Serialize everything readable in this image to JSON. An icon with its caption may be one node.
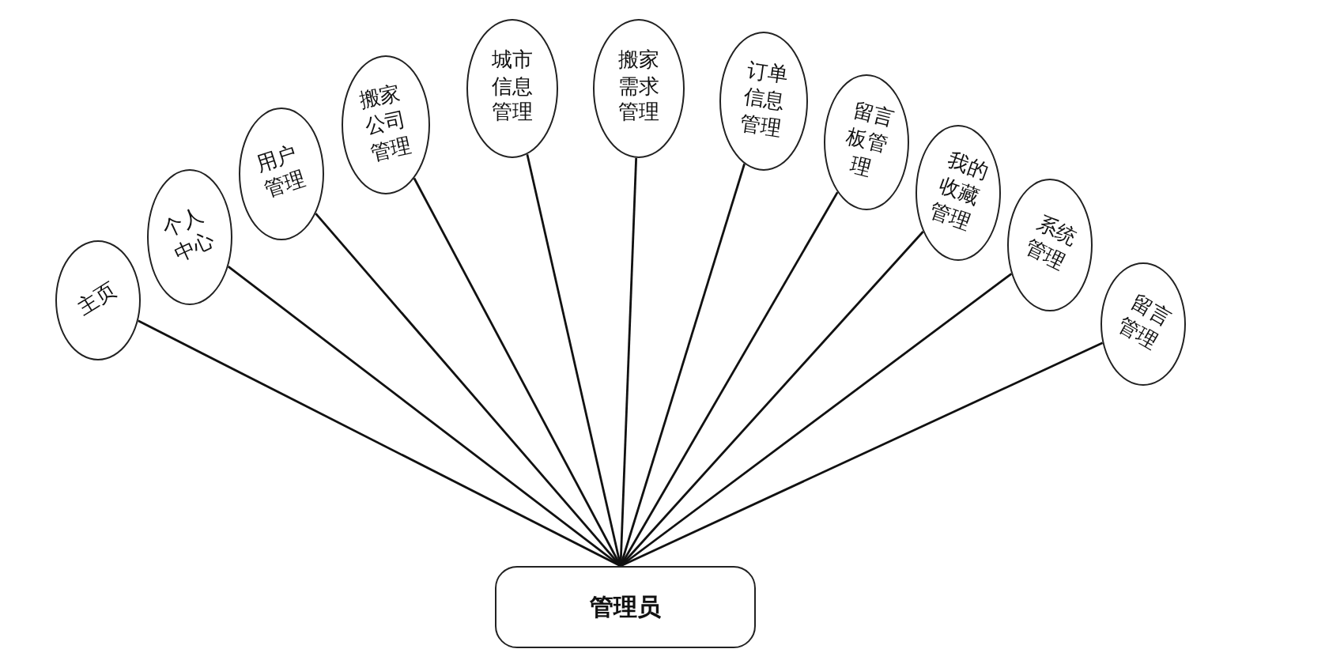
{
  "diagram": {
    "nodes": [
      {
        "text": [
          "主页"
        ]
      },
      {
        "text": [
          "个人中心"
        ]
      },
      {
        "text": [
          "用户管理"
        ]
      },
      {
        "text": [
          "搬家公司管理"
        ]
      },
      {
        "text": [
          "城市信息管理"
        ]
      },
      {
        "text": [
          "搬家需求管理"
        ]
      },
      {
        "text": [
          "订单信息管理"
        ]
      },
      {
        "text": [
          "留言板管理"
        ]
      },
      {
        "text": [
          "我的收藏管理"
        ]
      },
      {
        "text": [
          "系统管理"
        ]
      },
      {
        "text": [
          "留言管理"
        ]
      },
      {
        "text": [
          "管理员"
        ]
      }
    ],
    "edges": [
      {
        "from": 11,
        "to": 0,
        "arrow": "none"
      },
      {
        "from": 11,
        "to": 1,
        "arrow": "none"
      },
      {
        "from": 11,
        "to": 2,
        "arrow": "none"
      },
      {
        "from": 11,
        "to": 3,
        "arrow": "none"
      },
      {
        "from": 11,
        "to": 4,
        "arrow": "none"
      },
      {
        "from": 11,
        "to": 5,
        "arrow": "none"
      },
      {
        "from": 11,
        "to": 6,
        "arrow": "none"
      },
      {
        "from": 11,
        "to": 7,
        "arrow": "none"
      },
      {
        "from": 11,
        "to": 8,
        "arrow": "none"
      },
      {
        "from": 11,
        "to": 9,
        "arrow": "none"
      },
      {
        "from": 11,
        "to": 10,
        "arrow": "none"
      }
    ]
  }
}
